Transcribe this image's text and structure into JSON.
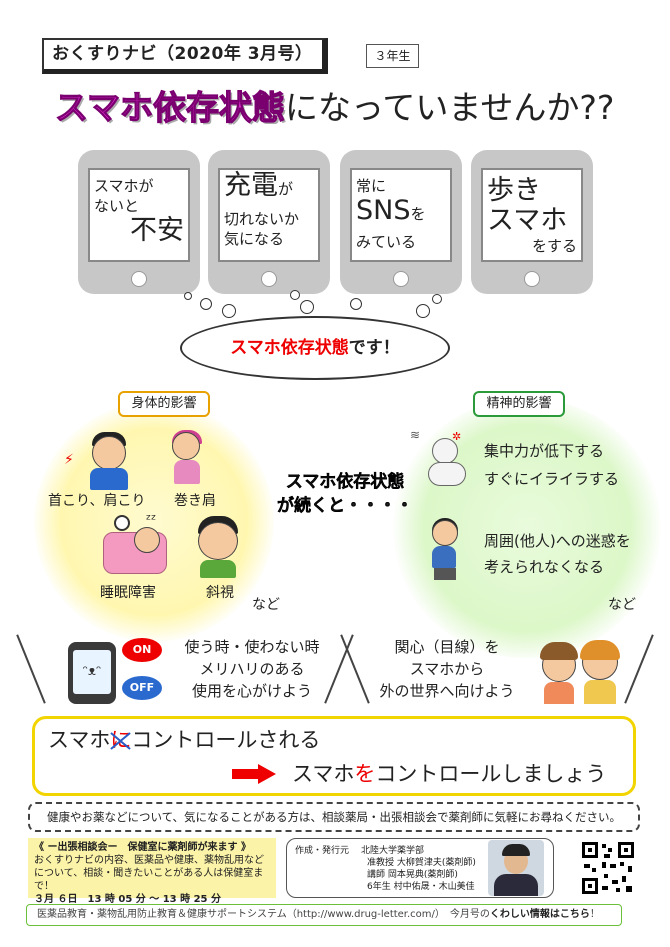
{
  "header": {
    "title": "おくすりナビ（2020年 3月号）",
    "grade": "３年生"
  },
  "headline": {
    "highlight": "スマホ依存状態",
    "rest": "になっていませんか??"
  },
  "phones": [
    {
      "line1": "スマホが",
      "line2": "ないと",
      "line3": "不安"
    },
    {
      "line1": "充電",
      "line1b": "が",
      "line2": "切れないか",
      "line3": "気になる"
    },
    {
      "line1": "常に",
      "line2": "SNS",
      "line2b": "を",
      "line3": "みている"
    },
    {
      "line1": "歩き",
      "line2": "スマホ",
      "line3": "をする"
    }
  ],
  "cloud": {
    "red": "スマホ依存状態",
    "black": "です！"
  },
  "physical": {
    "label": "身体的影響",
    "items": [
      "首こり、肩こり",
      "巻き肩",
      "睡眠障害",
      "斜視"
    ],
    "etc": "など"
  },
  "center": {
    "line1": "スマホ依存状態",
    "line2": "が続くと・・・・"
  },
  "mental": {
    "label": "精神的影響",
    "items": [
      "集中力が低下する",
      "すぐにイライラする",
      "周囲(他人)への迷惑を",
      "考えられなくなる"
    ],
    "etc": "など"
  },
  "tips": {
    "on": "ON",
    "off": "OFF",
    "left": [
      "使う時・使わない時",
      "メリハリのある",
      "使用を心がけよう"
    ],
    "right": [
      "関心（目線）を",
      "スマホから",
      "外の世界へ向けよう"
    ]
  },
  "control": {
    "line1_pre": "スマホ",
    "line1_crossed": "に",
    "line1_post": "コントロールされる",
    "line2_pre": "スマホ",
    "line2_red": "を",
    "line2_post": "コントロールしましょう"
  },
  "notice": "健康やお薬などについて、気になることがある方は、相談薬局・出張相談会で薬剤師に気軽にお尋ねください。",
  "consult": {
    "title": "《 ー出張相談会ー　保健室に薬剤師が来ます 》",
    "body1": "おくすりナビの内容、医薬品や健康、薬物乱用など",
    "body2": "について、相談・聞きたいことがある人は保健室まで！",
    "date": "３月 ６日　13 時 05 分 ～ 13 時 25 分"
  },
  "author": {
    "label": "作成・発行元",
    "org": "北陸大学薬学部",
    "lines": [
      "准教授 大柳賀津夫(薬剤師)",
      "講師 岡本晃典(薬剤師)",
      "6年生 村中佑晟・木山美佳"
    ]
  },
  "footer": {
    "text": "医薬品教育・薬物乱用防止教育＆健康サポートシステム（http://www.drug-letter.com/）　今月号の",
    "bold": "くわしい情報はこちら",
    "end": "！"
  },
  "colors": {
    "pink": "#e02bd0",
    "red": "#e00000",
    "yellow_border": "#f2d400",
    "green_border": "#2a9a3a"
  }
}
